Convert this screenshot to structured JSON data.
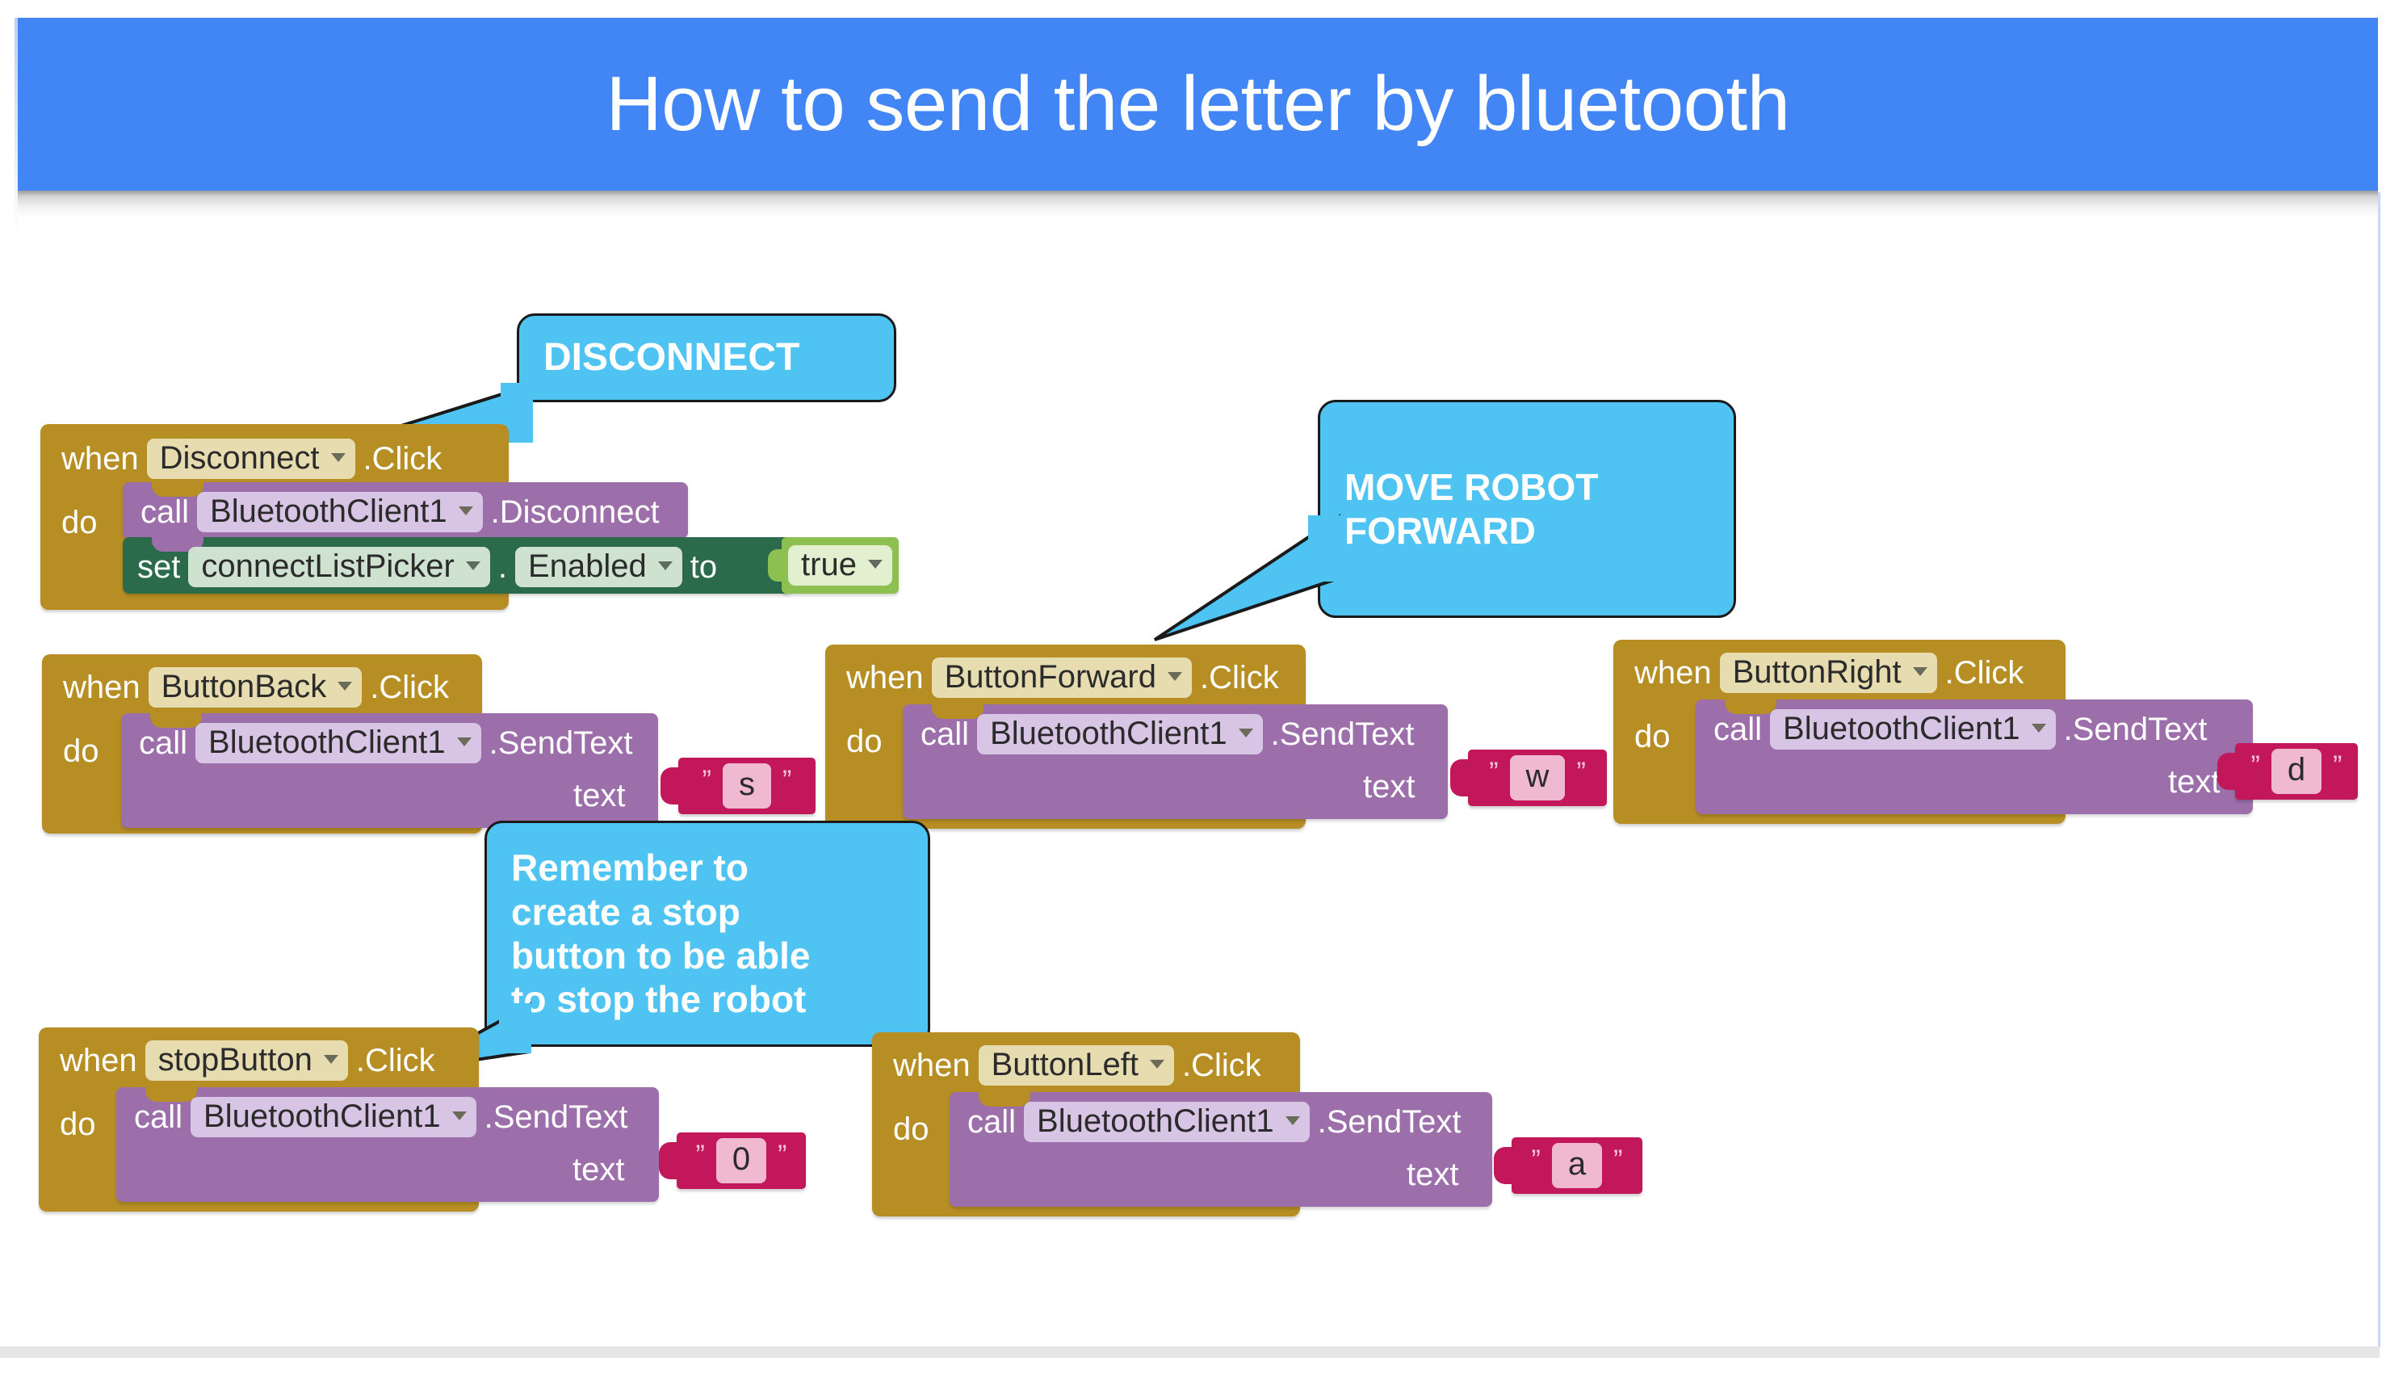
{
  "slide": {
    "title": "How to send the letter by bluetooth",
    "banner_color": "#4285f4",
    "background_color": "#ffffff"
  },
  "palette": {
    "event_block": "#b68e24",
    "call_block": "#9c6fab",
    "set_block": "#2b6b4b",
    "logic_block": "#8cc152",
    "text_block": "#c2185b",
    "callout_fill": "#4fc3f2",
    "callout_text": "#ffffff"
  },
  "callouts": [
    {
      "id": "disconnect",
      "text": "DISCONNECT"
    },
    {
      "id": "forward",
      "line1": "MOVE ROBOT",
      "line2": "FORWARD"
    },
    {
      "id": "stop",
      "line1": "Remember to",
      "line2": "create a stop",
      "line3": "button to be able",
      "line4": "to stop the robot"
    }
  ],
  "blocks": {
    "disconnect": {
      "when": "when",
      "component": "Disconnect",
      "event": ".Click",
      "do": "do",
      "call": {
        "call": "call",
        "component": "BluetoothClient1",
        "method": ".Disconnect"
      },
      "set": {
        "set": "set",
        "component": "connectListPicker",
        "dot": ".",
        "property": "Enabled",
        "to": "to",
        "value": "true"
      }
    },
    "buttonBack": {
      "when": "when",
      "component": "ButtonBack",
      "event": ".Click",
      "do": "do",
      "call": "call",
      "client": "BluetoothClient1",
      "method": ".SendText",
      "text_label": "text",
      "text_value": "s",
      "quote": "”"
    },
    "buttonForward": {
      "when": "when",
      "component": "ButtonForward",
      "event": ".Click",
      "do": "do",
      "call": "call",
      "client": "BluetoothClient1",
      "method": ".SendText",
      "text_label": "text",
      "text_value": "w",
      "quote": "”"
    },
    "buttonRight": {
      "when": "when",
      "component": "ButtonRight",
      "event": ".Click",
      "do": "do",
      "call": "call",
      "client": "BluetoothClient1",
      "method": ".SendText",
      "text_label": "text",
      "text_value": "d",
      "quote": "”"
    },
    "stopButton": {
      "when": "when",
      "component": "stopButton",
      "event": ".Click",
      "do": "do",
      "call": "call",
      "client": "BluetoothClient1",
      "method": ".SendText",
      "text_label": "text",
      "text_value": "0",
      "quote": "”"
    },
    "buttonLeft": {
      "when": "when",
      "component": "ButtonLeft",
      "event": ".Click",
      "do": "do",
      "call": "call",
      "client": "BluetoothClient1",
      "method": ".SendText",
      "text_label": "text",
      "text_value": "a",
      "quote": "”"
    }
  }
}
